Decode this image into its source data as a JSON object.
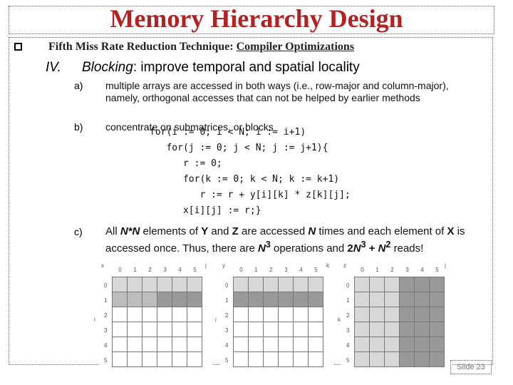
{
  "slide": {
    "title": "Memory Hierarchy Design",
    "subtitle_prefix": "Fifth Miss Rate Reduction Technique: ",
    "subtitle_link": "Compiler Optimizations",
    "section_num": "IV.",
    "section_italic": "Blocking",
    "section_rest": ": improve temporal and spatial locality",
    "items": [
      {
        "label": "a)",
        "text": "multiple arrays are accessed in both ways (i.e., row-major and column-major), namely, orthogonal accesses that can not be helped by earlier methods"
      },
      {
        "label": "b)",
        "text": "concentrate on submatrices, or blocks"
      },
      {
        "label": "c)",
        "text": "All N*N elements of Y and Z are accessed N times and each element of X is accessed once. Thus, there are N3 operations and 2N3 + N2 reads!"
      }
    ],
    "code": "for(i := 0; i < N; i := i+1)\n   for(j := 0; j < N; j := j+1){\n      r := 0;\n      for(k := 0; k < N; k := k+1)\n         r := r + y[i][k] * z[k][j];\n      x[i][j] := r;}",
    "slide_number": "Slide 23"
  },
  "matrices": [
    {
      "name": "x",
      "side": "j",
      "row_axis": "i",
      "cols": [
        "0",
        "1",
        "2",
        "3",
        "4",
        "5"
      ],
      "rows": [
        "0",
        "1",
        "2",
        "3",
        "4",
        "5"
      ]
    },
    {
      "name": "y",
      "side": "k",
      "row_axis": "i",
      "cols": [
        "0",
        "1",
        "2",
        "3",
        "4",
        "5"
      ],
      "rows": [
        "0",
        "1",
        "2",
        "3",
        "4",
        "5"
      ]
    },
    {
      "name": "z",
      "side": "j",
      "row_axis": "k",
      "cols": [
        "0",
        "1",
        "2",
        "3",
        "4",
        "5"
      ],
      "rows": [
        "0",
        "1",
        "2",
        "3",
        "4",
        "5"
      ]
    }
  ],
  "colors": {
    "title": "#b22222",
    "cell_light": "#d8d8d8",
    "cell_mid": "#bdbdbd",
    "cell_dark": "#999999"
  }
}
